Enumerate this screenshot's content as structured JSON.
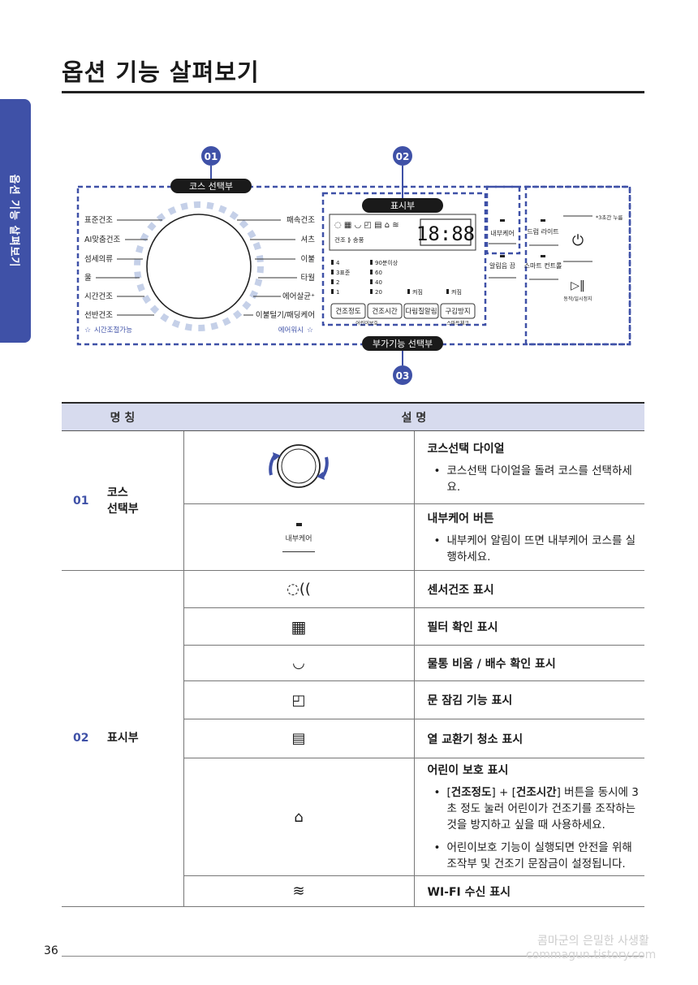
{
  "sidebar": {
    "label": "옵션 기능 살펴보기"
  },
  "page_title": "옵션 기능 살펴보기",
  "diagram": {
    "markers": [
      "01",
      "02",
      "03"
    ],
    "section_labels": {
      "course": "코스 선택부",
      "display": "표시부",
      "extra": "부가기능 선택부"
    },
    "left_courses": [
      "표준건조",
      "AI맞춤건조",
      "섬세의류",
      "울",
      "시간건조",
      "선반건조"
    ],
    "right_courses": [
      "패속건조",
      "셔츠",
      "이불",
      "타월",
      "에어살균⁺",
      "이불털기/패딩케어"
    ],
    "left_bottom": "시간조절가능",
    "right_bottom": "에어워시",
    "display_time": "18:88",
    "display_row2": "건조 ⟫ 송풍",
    "levels_left": [
      "4",
      "3표준",
      "2",
      "1"
    ],
    "levels_right": [
      "90분이상",
      "60",
      "40",
      "20"
    ],
    "levels_extra": [
      "켜짐",
      "켜짐"
    ],
    "extra_buttons": [
      "건조정도",
      "건조시간",
      "다림질알림",
      "구김방지"
    ],
    "extra_sub": [
      "어린이보호",
      "스마트체크"
    ],
    "mid_buttons": [
      "내부케어",
      "알림음 끔"
    ],
    "right_buttons": [
      "드럼 라이트",
      "스마트 컨트롤"
    ],
    "hold_label": "*3초간 누름",
    "start_label": "동작/일시정지"
  },
  "table": {
    "header": {
      "name": "명 칭",
      "desc": "설 명"
    },
    "section1": {
      "num": "01",
      "name": "코스 선택부",
      "rows": [
        {
          "title": "코스선택 다이얼",
          "bullets": [
            "코스선택 다이얼을 돌려 코스를 선택하세요."
          ]
        },
        {
          "title": "내부케어 버튼",
          "icon_label": "내부케어",
          "bullets": [
            "내부케어 알림이 뜨면 내부케어 코스를 실행하세요."
          ]
        }
      ]
    },
    "section2": {
      "num": "02",
      "name": "표시부",
      "rows": [
        {
          "title": "센서건조 표시"
        },
        {
          "title": "필터 확인 표시"
        },
        {
          "title": "물통 비움 / 배수 확인 표시"
        },
        {
          "title": "문 잠김 기능 표시"
        },
        {
          "title": "열 교환기 청소 표시"
        },
        {
          "title": "어린이 보호 표시",
          "b1_pre": "[",
          "b1_k1": "건조정도",
          "b1_mid": "] + [",
          "b1_k2": "건조시간",
          "b1_post": "] 버튼을 동시에 3 초 정도 눌러 어린이가 건조기를 조작하는 것을 방지하고 싶을 때 사용하세요.",
          "b2": "어린이보호 기능이 실행되면 안전을 위해 조작부 및 건조기 문잠금이 설정됩니다."
        },
        {
          "title": "WI-FI 수신 표시"
        }
      ]
    }
  },
  "footer": {
    "page_number": "36"
  },
  "watermark": {
    "line1": "콤마군의 은밀한 사생활",
    "line2": "commagun.tistory.com"
  },
  "colors": {
    "accent": "#3f51a7",
    "header_bg": "#d7dbee"
  }
}
